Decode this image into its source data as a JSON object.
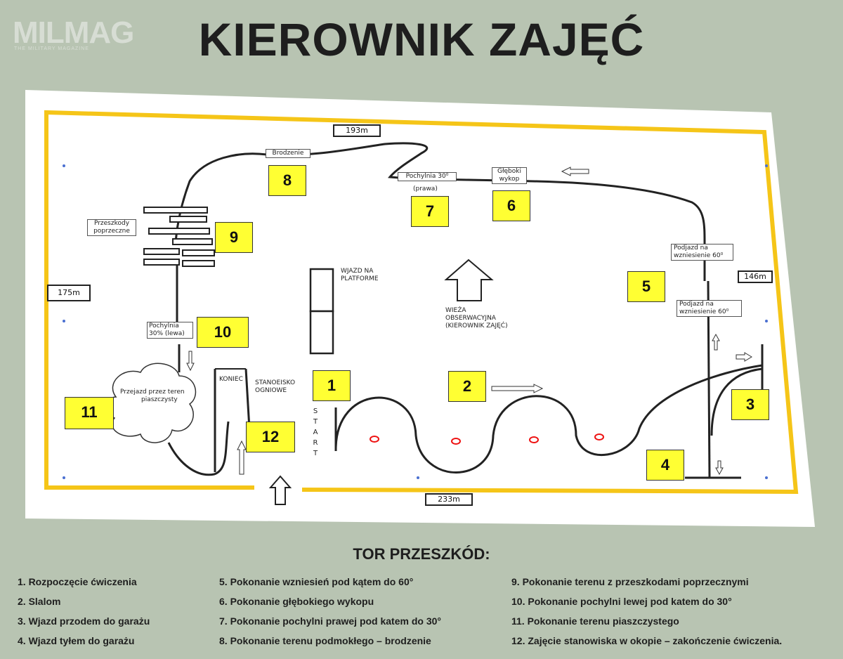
{
  "logo": {
    "text": "MILMAG",
    "sub": "THE MILITARY MAGAZINE"
  },
  "title": "KIEROWNIK  ZAJĘĆ",
  "colors": {
    "track": "#f5c518",
    "badge": "#ffff33",
    "background": "#b8c4b2"
  },
  "map": {
    "distances": {
      "top": "193m",
      "left": "175m",
      "right": "146m",
      "bottom": "233m"
    },
    "stations": [
      {
        "n": "1"
      },
      {
        "n": "2"
      },
      {
        "n": "3"
      },
      {
        "n": "4"
      },
      {
        "n": "5"
      },
      {
        "n": "6"
      },
      {
        "n": "7"
      },
      {
        "n": "8"
      },
      {
        "n": "9"
      },
      {
        "n": "10"
      },
      {
        "n": "11"
      },
      {
        "n": "12"
      }
    ],
    "labels": {
      "brodzenie": "Brodzenie",
      "pochylnia_prawa_1": "Pochylnia 30⁰",
      "pochylnia_prawa_2": "(prawa)",
      "gleboki_1": "Głęboki",
      "gleboki_2": "wykop",
      "przeszkody_1": "Przeszkody",
      "przeszkody_2": "poprzeczne",
      "podjazd_a_1": "Podjazd na",
      "podjazd_a_2": "wzniesienie 60⁰",
      "podjazd_b_1": "Podjazd na",
      "podjazd_b_2": "wzniesienie 60⁰",
      "wjazd_1": "WJAZD NA",
      "wjazd_2": "PLATFORME",
      "wieza_1": "WIEŻA",
      "wieza_2": "OBSERWACYJNA",
      "wieza_3": "(KIEROWNIK ZAJĘĆ)",
      "pochylnia_lewa_1": "Pochylnia",
      "pochylnia_lewa_2": "30%     (lewa)",
      "piach_1": "Przejazd przez teren",
      "piach_2": "piaszczysty",
      "koniec": "KONIEC",
      "stanowisko_1": "STANOEISKO",
      "stanowisko_2": "OGNIOWE",
      "start": [
        "S",
        "T",
        "A",
        "R",
        "T"
      ]
    }
  },
  "legend": {
    "title": "TOR PRZESZKÓD:",
    "col1": [
      "1.   Rozpoczęcie ćwiczenia",
      "2.   Slalom",
      "3.   Wjazd przodem do garażu",
      "4.  Wjazd tyłem do garażu"
    ],
    "col2": [
      "5.  Pokonanie wzniesień pod kątem do 60°",
      "6.  Pokonanie głębokiego wykopu",
      "7.  Pokonanie pochylni prawej pod katem do 30°",
      "8.  Pokonanie terenu podmokłego – brodzenie"
    ],
    "col3": [
      "9.  Pokonanie terenu z przeszkodami  poprzecznymi",
      "10. Pokonanie pochylni lewej pod katem do 30°",
      "11. Pokonanie terenu piaszczystego",
      "12. Zajęcie stanowiska w okopie – zakończenie ćwiczenia."
    ]
  }
}
